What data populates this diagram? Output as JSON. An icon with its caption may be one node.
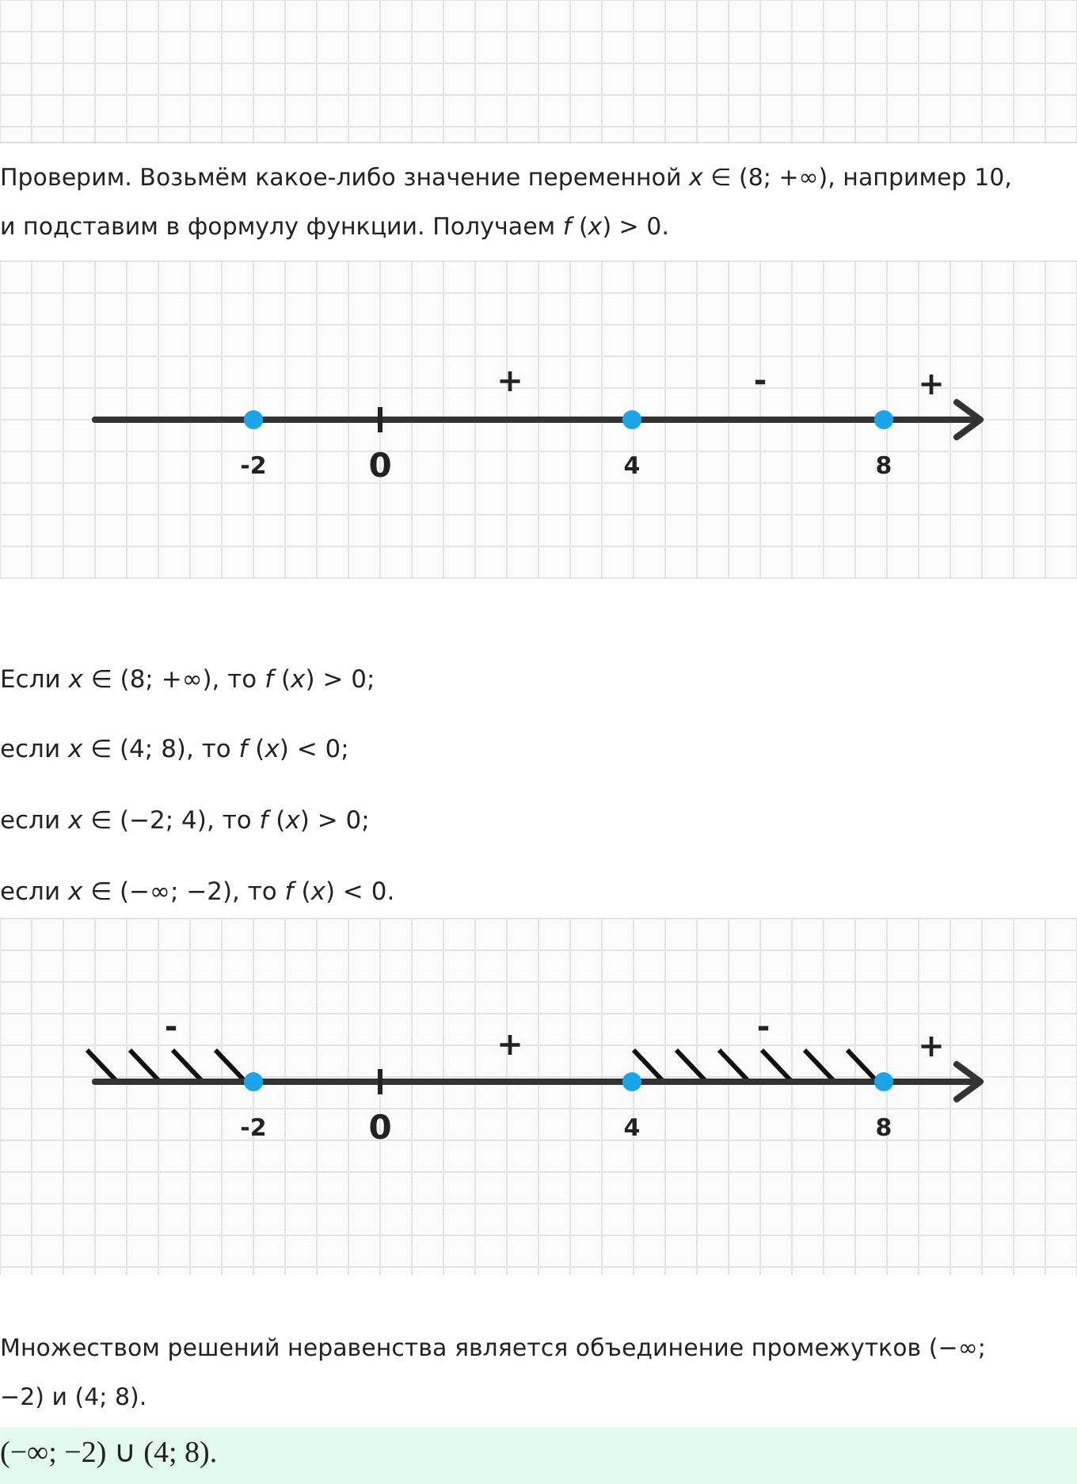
{
  "diagram": {
    "labels": [
      "Проверим. Возьмём какое-либо значение переменной *x* ∈ (8; +∞), например 10, и подставим в формулу функции. Получаем *f* (*x*) > 0.",
      "+",
      "-",
      "+",
      "-2",
      "0",
      "4",
      "8",
      "Если *x* ∈ (8; +∞), то *f* (*x*) > 0;",
      "если *x* ∈ (4; 8), то *f* (*x*) < 0;",
      "если *x* ∈ (−2; 4), то *f* (*x*) > 0;",
      "если *x* ∈ (−∞; −2), то *f* (*x*) < 0.",
      "-",
      "+",
      "-",
      "+",
      "-2",
      "0",
      "4",
      "8",
      "Множеством решений неравенства является объединение промежутков (−∞; −2) и (4; 8).",
      "(−∞; −2) ∪ (4; 8)."
    ]
  }
}
